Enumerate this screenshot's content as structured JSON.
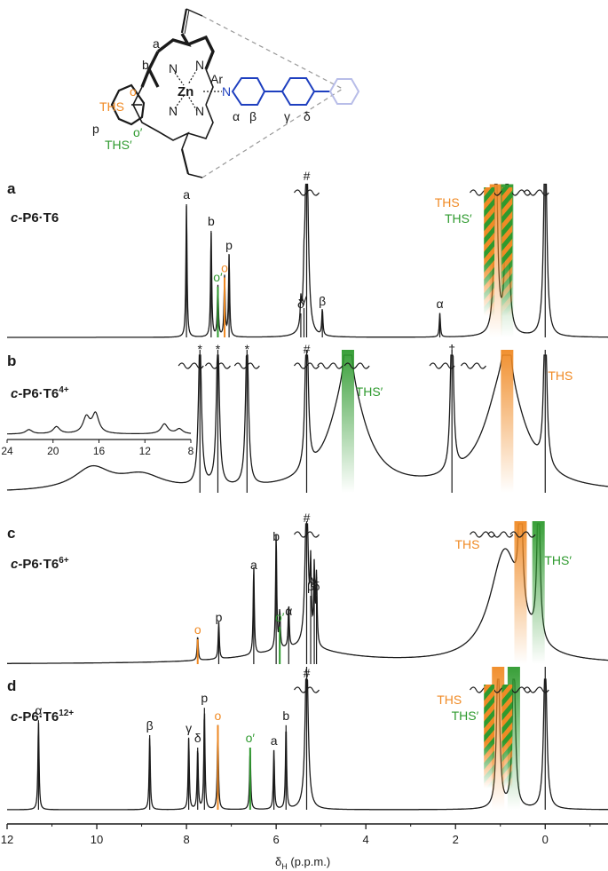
{
  "colors": {
    "ths": "#f08a24",
    "ths_prime": "#2e9a2e",
    "ligand_blue": "#1e3fbf",
    "ligand_light": "#b8bde8",
    "trace": "#1a1a1a"
  },
  "structure": {
    "labels": {
      "a": "a",
      "b": "b",
      "o": "o",
      "p": "p",
      "ths": "THS",
      "ths_prime": "THS′",
      "o_prime": "o′",
      "zn": "Zn",
      "ar": "Ar",
      "n": "N",
      "alpha": "α",
      "beta": "β",
      "gamma": "γ",
      "delta": "δ"
    }
  },
  "chart_data": {
    "type": "line",
    "xlabel": "δH (p.p.m.)",
    "xlabel_main": "δ",
    "xlabel_sub": "H",
    "xlabel_tail": " (p.p.m.)",
    "xlim": [
      12,
      -1.4
    ],
    "xticks": [
      "12",
      "10",
      "8",
      "6",
      "4",
      "2",
      "0"
    ],
    "xtick_values": [
      12,
      10,
      8,
      6,
      4,
      2,
      0
    ],
    "panels": [
      {
        "letter": "a",
        "name_prefix": "c-",
        "name_main": "P6·T6",
        "name_sup": "",
        "peaks": [
          {
            "label": "a",
            "shift": 8.0,
            "intensity": 1.0
          },
          {
            "label": "b",
            "shift": 7.45,
            "intensity": 0.8
          },
          {
            "label": "p",
            "shift": 7.05,
            "intensity": 0.62
          },
          {
            "label": "o′",
            "shift": 7.3,
            "intensity": 0.38,
            "color": "ths_prime"
          },
          {
            "label": "o",
            "shift": 7.15,
            "intensity": 0.45,
            "color": "ths"
          },
          {
            "label": "δ",
            "shift": 5.45,
            "intensity": 0.18
          },
          {
            "label": "γ",
            "shift": 5.38,
            "intensity": 0.22
          },
          {
            "label": "#",
            "shift": 5.32,
            "intensity": 1.6
          },
          {
            "label": "β",
            "shift": 4.97,
            "intensity": 0.2
          },
          {
            "label": "α",
            "shift": 2.35,
            "intensity": 0.18
          },
          {
            "label": "THS",
            "shift": 1.1,
            "intensity": 1.6,
            "color": "ths"
          },
          {
            "label": "THS′",
            "shift": 0.85,
            "intensity": 1.6,
            "color": "ths_prime"
          },
          {
            "label": "",
            "shift": 0.0,
            "intensity": 1.6
          }
        ]
      },
      {
        "letter": "b",
        "name_prefix": "c-",
        "name_main": "P6·T6",
        "name_sup": "4+",
        "peaks": [
          {
            "label": "*",
            "shift": 7.7,
            "intensity": 1.2
          },
          {
            "label": "*",
            "shift": 7.3,
            "intensity": 1.2
          },
          {
            "label": "*",
            "shift": 6.65,
            "intensity": 1.2
          },
          {
            "label": "#",
            "shift": 5.32,
            "intensity": 1.3
          },
          {
            "label": "THS′",
            "shift": 4.4,
            "intensity": 1.3,
            "color": "ths_prime"
          },
          {
            "label": "†",
            "shift": 2.08,
            "intensity": 1.3
          },
          {
            "label": "THS",
            "shift": 0.85,
            "intensity": 1.3,
            "color": "ths"
          },
          {
            "label": "",
            "shift": 0.0,
            "intensity": 1.3
          }
        ],
        "inset": {
          "xticks": [
            "24",
            "20",
            "16",
            "12",
            "8"
          ],
          "xtick_values": [
            24,
            20,
            16,
            12,
            8
          ],
          "xlim": [
            24,
            8
          ],
          "peaks": [
            {
              "shift": 22.1,
              "intensity": 0.12
            },
            {
              "shift": 19.7,
              "intensity": 0.2
            },
            {
              "shift": 17.1,
              "intensity": 0.45
            },
            {
              "shift": 16.3,
              "intensity": 0.55
            },
            {
              "shift": 10.3,
              "intensity": 0.28
            },
            {
              "shift": 9.0,
              "intensity": 0.14
            }
          ]
        }
      },
      {
        "letter": "c",
        "name_prefix": "c-",
        "name_main": "P6·T6",
        "name_sup": "6+",
        "peaks": [
          {
            "label": "o",
            "shift": 7.75,
            "intensity": 0.2,
            "color": "ths"
          },
          {
            "label": "p",
            "shift": 7.28,
            "intensity": 0.3
          },
          {
            "label": "a",
            "shift": 6.5,
            "intensity": 0.72
          },
          {
            "label": "b",
            "shift": 6.0,
            "intensity": 0.95
          },
          {
            "label": "o′",
            "shift": 5.92,
            "intensity": 0.3,
            "color": "ths_prime"
          },
          {
            "label": "α",
            "shift": 5.72,
            "intensity": 0.35
          },
          {
            "label": "#",
            "shift": 5.32,
            "intensity": 1.3
          },
          {
            "label": "β",
            "shift": 5.23,
            "intensity": 0.55
          },
          {
            "label": "γ",
            "shift": 5.15,
            "intensity": 0.6
          },
          {
            "label": "δ",
            "shift": 5.1,
            "intensity": 0.55
          },
          {
            "label": "THS",
            "shift": 0.55,
            "intensity": 1.3,
            "color": "ths"
          },
          {
            "label": "THS′",
            "shift": 0.15,
            "intensity": 1.3,
            "color": "ths_prime"
          }
        ]
      },
      {
        "letter": "d",
        "name_prefix": "c-",
        "name_main": "P6·T6",
        "name_sup": "12+",
        "peaks": [
          {
            "label": "α",
            "shift": 11.3,
            "intensity": 0.72
          },
          {
            "label": "β",
            "shift": 8.82,
            "intensity": 0.6
          },
          {
            "label": "γ",
            "shift": 7.95,
            "intensity": 0.58
          },
          {
            "label": "δ",
            "shift": 7.75,
            "intensity": 0.5
          },
          {
            "label": "p",
            "shift": 7.6,
            "intensity": 0.82
          },
          {
            "label": "o",
            "shift": 7.3,
            "intensity": 0.68,
            "color": "ths"
          },
          {
            "label": "o′",
            "shift": 6.58,
            "intensity": 0.5,
            "color": "ths_prime"
          },
          {
            "label": "a",
            "shift": 6.05,
            "intensity": 0.48
          },
          {
            "label": "b",
            "shift": 5.78,
            "intensity": 0.68
          },
          {
            "label": "#",
            "shift": 5.32,
            "intensity": 1.3
          },
          {
            "label": "THS",
            "shift": 1.05,
            "intensity": 1.3,
            "color": "ths"
          },
          {
            "label": "THS′",
            "shift": 0.7,
            "intensity": 1.3,
            "color": "ths_prime"
          },
          {
            "label": "",
            "shift": 0.0,
            "intensity": 1.3
          }
        ]
      }
    ]
  }
}
